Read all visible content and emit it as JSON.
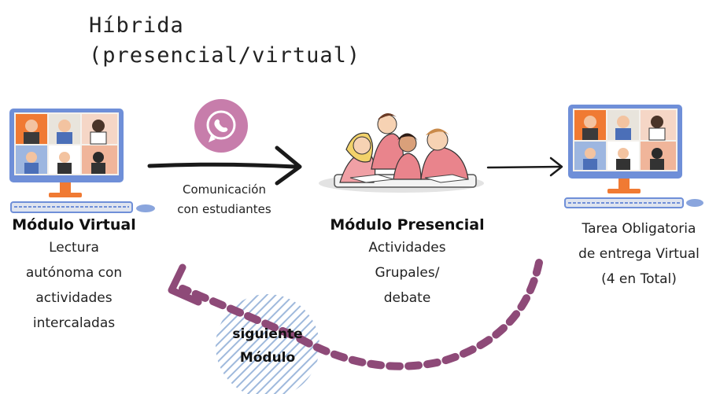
{
  "title": {
    "line1": "Híbrida",
    "line2": "(presencial/virtual)"
  },
  "communication": {
    "line1": "Comunicación",
    "line2": "con estudiantes"
  },
  "modules": {
    "virtual": {
      "heading": "Módulo Virtual",
      "lines": [
        "Lectura",
        "autónoma con",
        "actividades",
        "intercaladas"
      ]
    },
    "presencial": {
      "heading": "Módulo Presencial",
      "lines": [
        "Actividades",
        "Grupales/",
        "debate"
      ]
    },
    "tarea": {
      "lines": [
        "Tarea Obligatoria",
        "de entrega Virtual",
        "(4 en Total)"
      ]
    }
  },
  "cycle": {
    "line1": "siguiente",
    "line2": "Módulo"
  },
  "colors": {
    "accent_pink": "#c77dab",
    "dashed_arrow": "#8e4a78",
    "monitor_blue": "#6f8fd8",
    "stand_orange": "#f07a33",
    "hatch_blue": "#9fb9dc"
  }
}
